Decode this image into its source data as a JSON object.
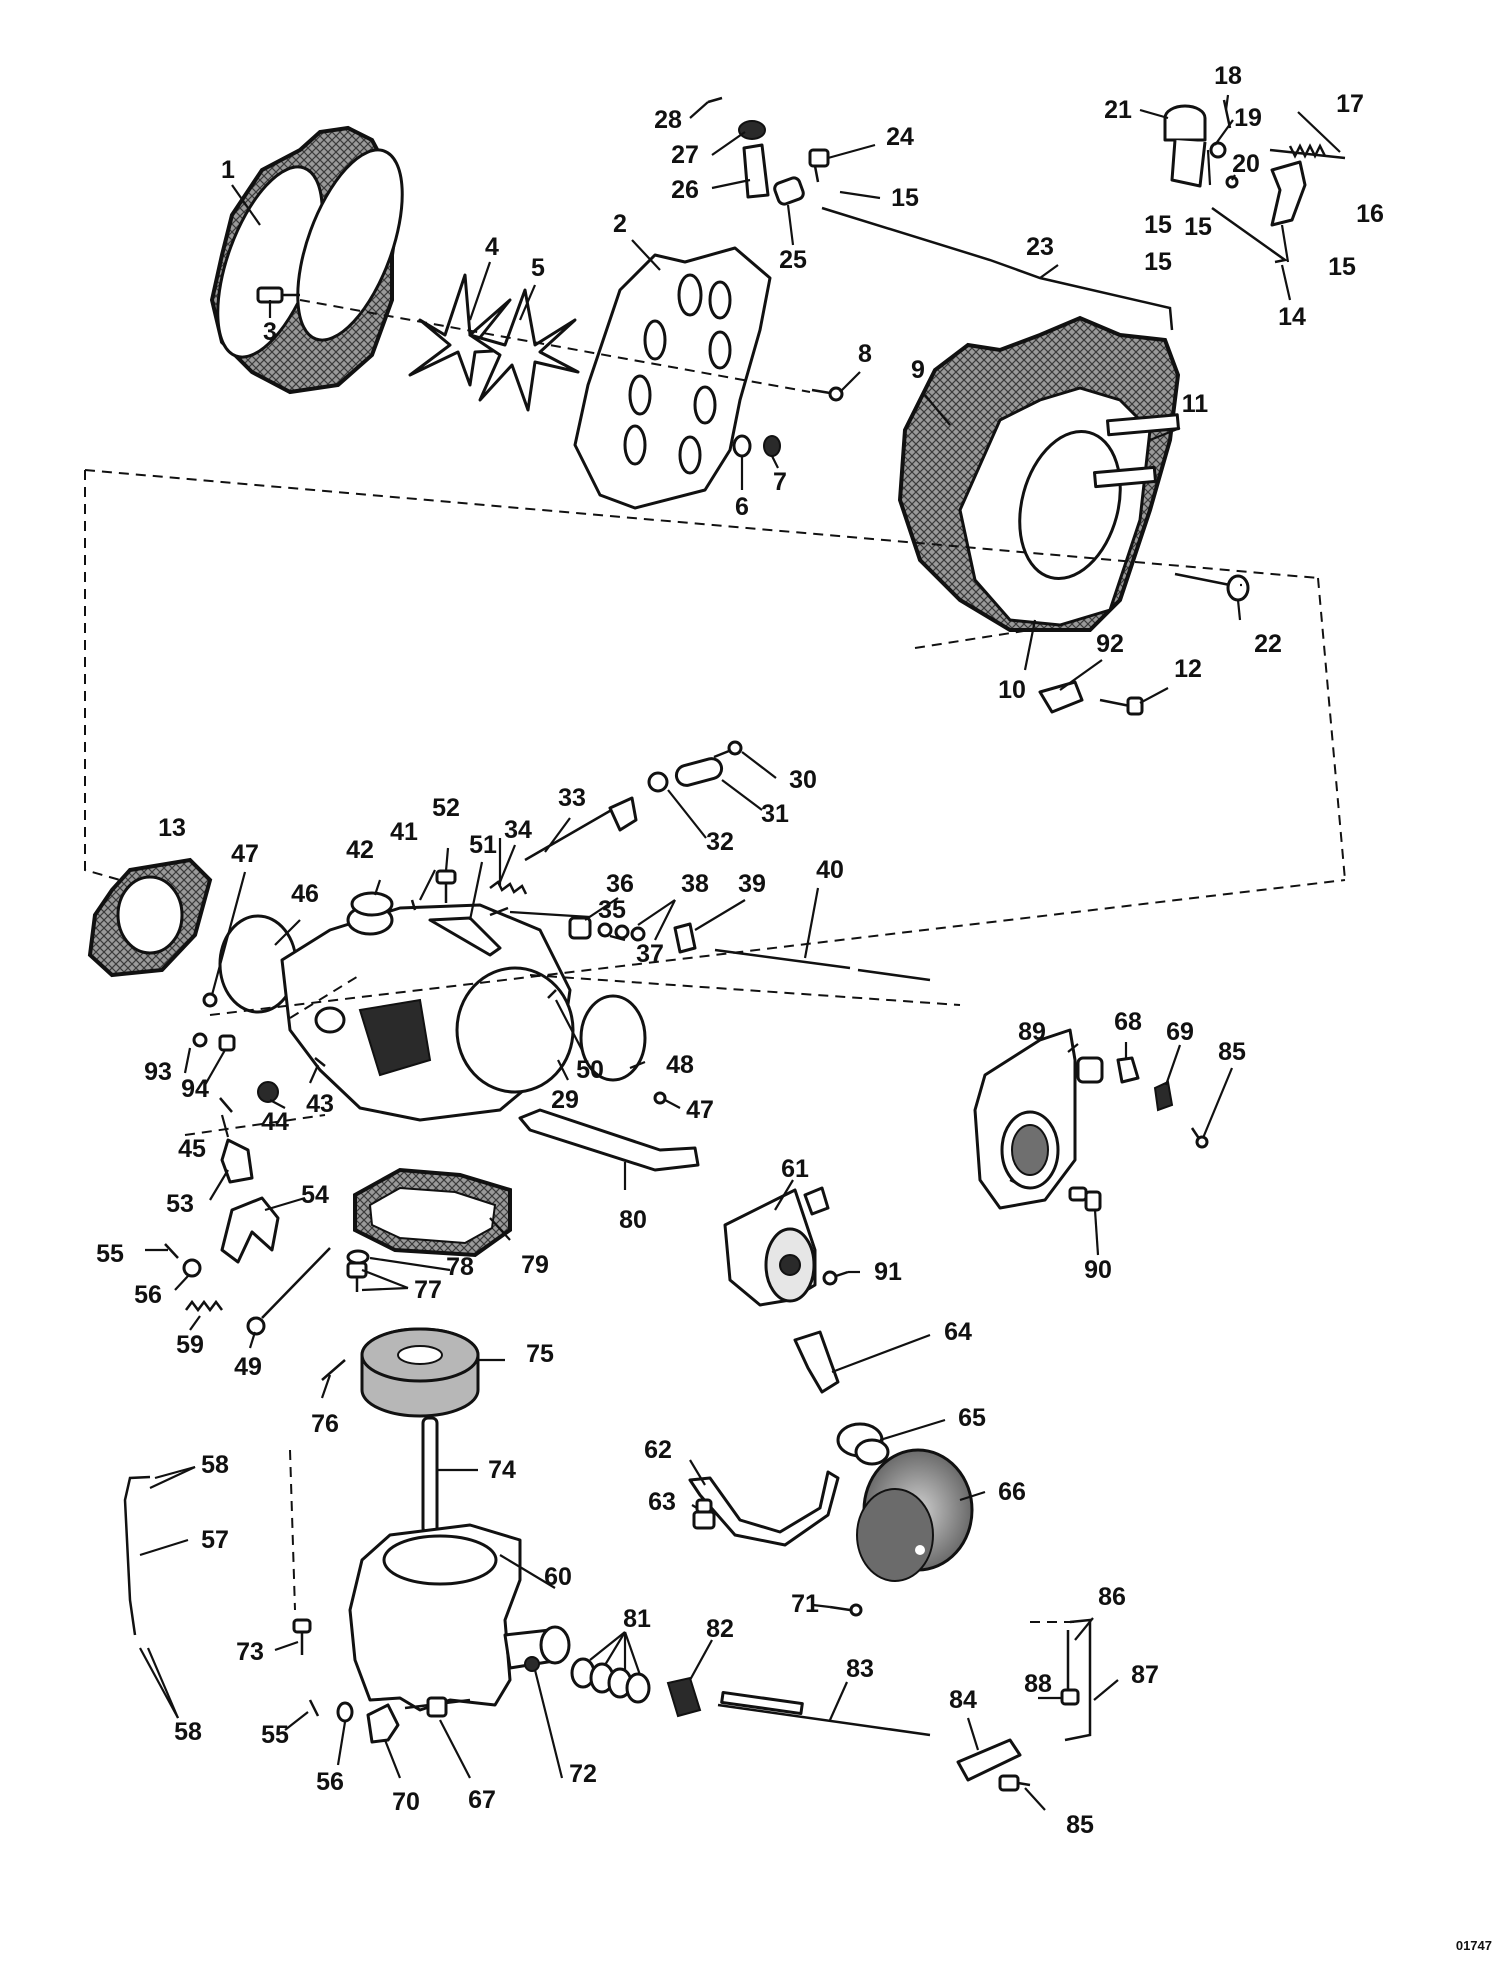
{
  "diagram": {
    "drawing_code": "01747",
    "callouts": [
      "1",
      "2",
      "3",
      "4",
      "5",
      "6",
      "7",
      "8",
      "9",
      "10",
      "11",
      "12",
      "13",
      "14",
      "15",
      "15",
      "15",
      "15",
      "15",
      "16",
      "17",
      "18",
      "19",
      "20",
      "21",
      "22",
      "23",
      "24",
      "25",
      "26",
      "27",
      "28",
      "29",
      "30",
      "31",
      "32",
      "33",
      "34",
      "35",
      "36",
      "37",
      "38",
      "39",
      "40",
      "41",
      "42",
      "43",
      "44",
      "45",
      "46",
      "47",
      "47",
      "48",
      "49",
      "50",
      "51",
      "52",
      "53",
      "54",
      "55",
      "55",
      "56",
      "56",
      "57",
      "58",
      "58",
      "59",
      "60",
      "61",
      "62",
      "63",
      "64",
      "65",
      "66",
      "67",
      "68",
      "69",
      "70",
      "71",
      "72",
      "73",
      "74",
      "75",
      "76",
      "77",
      "78",
      "79",
      "80",
      "81",
      "82",
      "83",
      "84",
      "85",
      "85",
      "86",
      "87",
      "88",
      "89",
      "90",
      "91",
      "92",
      "93",
      "94"
    ]
  }
}
